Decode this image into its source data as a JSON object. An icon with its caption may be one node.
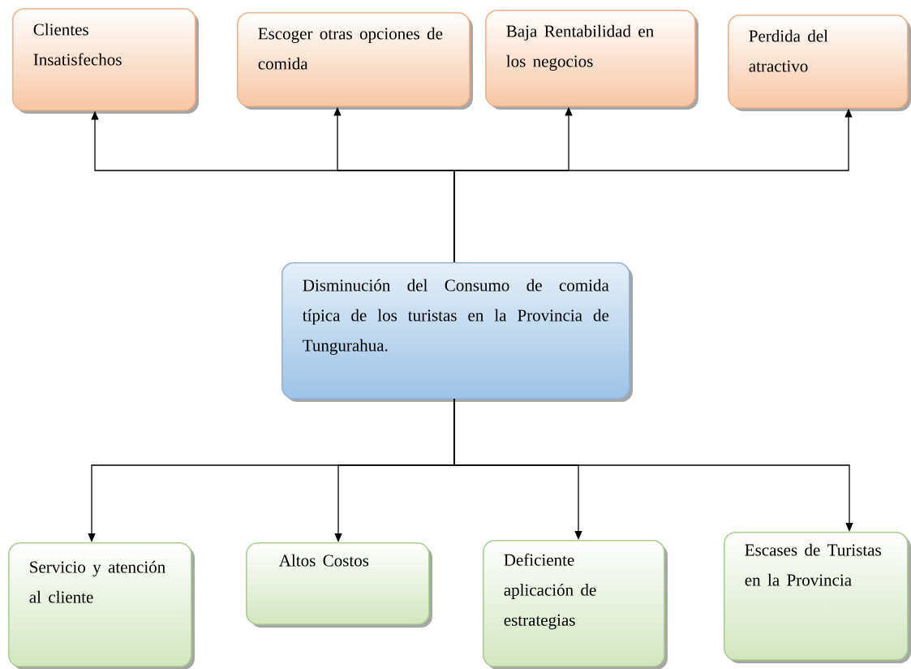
{
  "diagram": {
    "nodes": [
      {
        "text": [
          "Clientes Insatisfechos"
        ]
      },
      {
        "text": [
          "Escoger otras opciones de comida"
        ]
      },
      {
        "text": [
          "Baja Rentabilidad en los negocios"
        ]
      },
      {
        "text": [
          "Perdida del atractivo"
        ]
      },
      {
        "text": [
          "Disminución del Consumo de comida típica de los turistas en la Provincia de Tungurahua."
        ]
      },
      {
        "text": [
          "Servicio y atención al cliente"
        ]
      },
      {
        "text": [
          "Altos Costos"
        ]
      },
      {
        "text": [
          "Deficiente aplicación de estrategias"
        ]
      },
      {
        "text": [
          "Escases de Turistas en la Provincia"
        ]
      }
    ],
    "edges": [
      {
        "from": 4,
        "to": 0,
        "arrow": "to"
      },
      {
        "from": 4,
        "to": 1,
        "arrow": "to"
      },
      {
        "from": 4,
        "to": 2,
        "arrow": "to"
      },
      {
        "from": 4,
        "to": 3,
        "arrow": "to"
      },
      {
        "from": 4,
        "to": 5,
        "arrow": "to"
      },
      {
        "from": 4,
        "to": 6,
        "arrow": "to"
      },
      {
        "from": 4,
        "to": 7,
        "arrow": "to"
      },
      {
        "from": 4,
        "to": 8,
        "arrow": "to"
      }
    ]
  }
}
